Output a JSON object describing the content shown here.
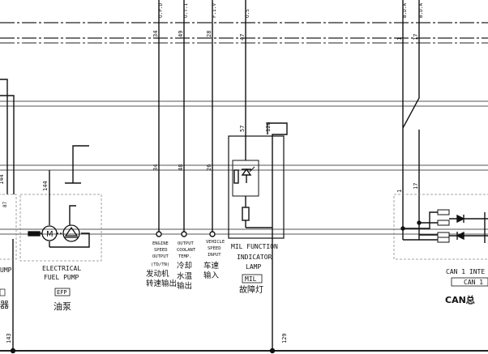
{
  "wire_numbers": {
    "w34_top": "34",
    "w49_top": "49",
    "w28_top": "28",
    "w47_top": "47",
    "w1_top": "1",
    "w17_top": "17",
    "w34_mid": "34",
    "w48_mid": "48",
    "w26_mid": "26",
    "w144_left": "144",
    "w144_pump": "144",
    "w57": "57",
    "w128": "128",
    "w1_can": "1",
    "w17_can": "17",
    "w143": "143",
    "w129": "129",
    "w_partial": "87"
  },
  "top_labels": {
    "l34": "O.P.D",
    "l49": "O.T.I",
    "l28": "F.I.V",
    "l47": "O.S",
    "l1": "B.D.A",
    "l17": "B.D.A"
  },
  "engine_speed": {
    "lines": [
      "ENGINE",
      "SPEED",
      "OUTPUT",
      "(TD/TN)"
    ],
    "cn": [
      "发动机",
      "转速输出"
    ]
  },
  "coolant_temp": {
    "lines": [
      "OUTPUT",
      "COOLANT",
      "TEMP."
    ],
    "cn": [
      "冷却",
      "水温",
      "输出"
    ]
  },
  "vehicle_speed": {
    "lines": [
      "VEHICLE",
      "SPEED",
      "INPUT"
    ],
    "cn": [
      "车速",
      "输入"
    ]
  },
  "mil": {
    "lines": [
      "MIL FUNCTION",
      "INDICATOR",
      "LAMP"
    ],
    "badge": "MIL",
    "cn": "故障灯"
  },
  "fuel_pump": {
    "lines": [
      "ELECTRICAL",
      "FUEL PUMP"
    ],
    "badge": "EFP",
    "cn": "油泵"
  },
  "can": {
    "title": "CAN 1 INTE",
    "badge": "CAN 1",
    "cn": "CAN总"
  },
  "left_edge": {
    "label": "UMP",
    "cn": "器"
  }
}
